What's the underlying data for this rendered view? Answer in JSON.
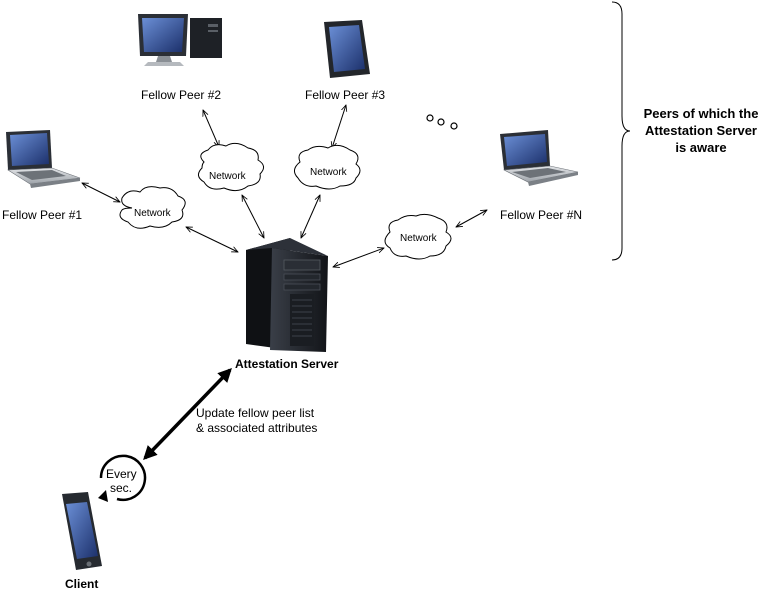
{
  "peers": [
    {
      "label": "Fellow Peer #1",
      "device": "laptop-icon"
    },
    {
      "label": "Fellow Peer #2",
      "device": "desktop-computer-icon"
    },
    {
      "label": "Fellow Peer #3",
      "device": "tablet-icon"
    },
    {
      "label": "Fellow Peer #N",
      "device": "laptop-icon"
    }
  ],
  "network_label": "Network",
  "server": {
    "label": "Attestation Server",
    "icon": "tower-server-icon"
  },
  "client": {
    "label": "Client",
    "icon": "smartphone-icon"
  },
  "update_note": {
    "line1": "Update fellow peer list",
    "line2": "& associated attributes"
  },
  "cycle": {
    "line1": "Every",
    "line2": "sec."
  },
  "brace_label": {
    "line1": "Peers of which the",
    "line2": "Attestation Server",
    "line3": "is aware"
  }
}
